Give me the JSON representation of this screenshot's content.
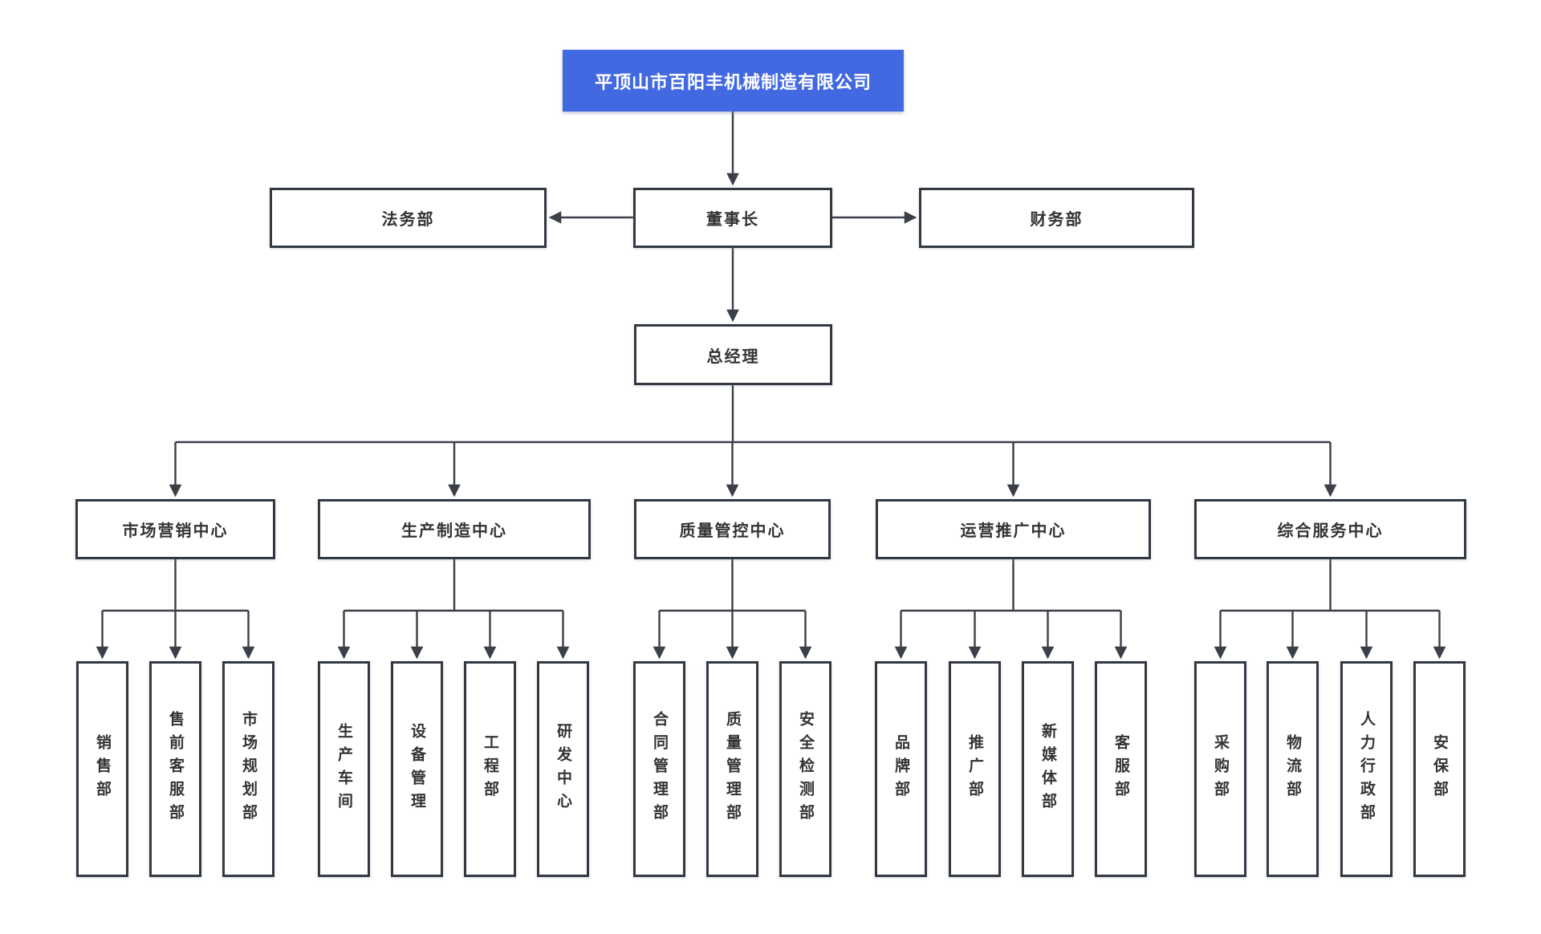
{
  "company": {
    "name": "平顶山市百阳丰机械制造有限公司"
  },
  "executives": {
    "chairman": "董事长",
    "general_manager": "总经理"
  },
  "staff_departments": {
    "legal": "法务部",
    "finance": "财务部"
  },
  "centers": [
    {
      "label": "市场营销中心",
      "departments": [
        "销售部",
        "售前客服部",
        "市场规划部"
      ]
    },
    {
      "label": "生产制造中心",
      "departments": [
        "生产车间",
        "设备管理",
        "工程部",
        "研发中心"
      ]
    },
    {
      "label": "质量管控中心",
      "departments": [
        "合同管理部",
        "质量管理部",
        "安全检测部"
      ]
    },
    {
      "label": "运营推广中心",
      "departments": [
        "品牌部",
        "推广部",
        "新媒体部",
        "客服部"
      ]
    },
    {
      "label": "综合服务中心",
      "departments": [
        "采购部",
        "物流部",
        "人力行政部",
        "安保部"
      ]
    }
  ],
  "colors": {
    "root_bg": "#4269E1",
    "root_text": "#FFFFFF",
    "box_bg": "#FFFFFF",
    "box_border": "#333943",
    "line": "#3A3F48",
    "text": "#333333",
    "canvas_bg": "#FFFFFF"
  }
}
